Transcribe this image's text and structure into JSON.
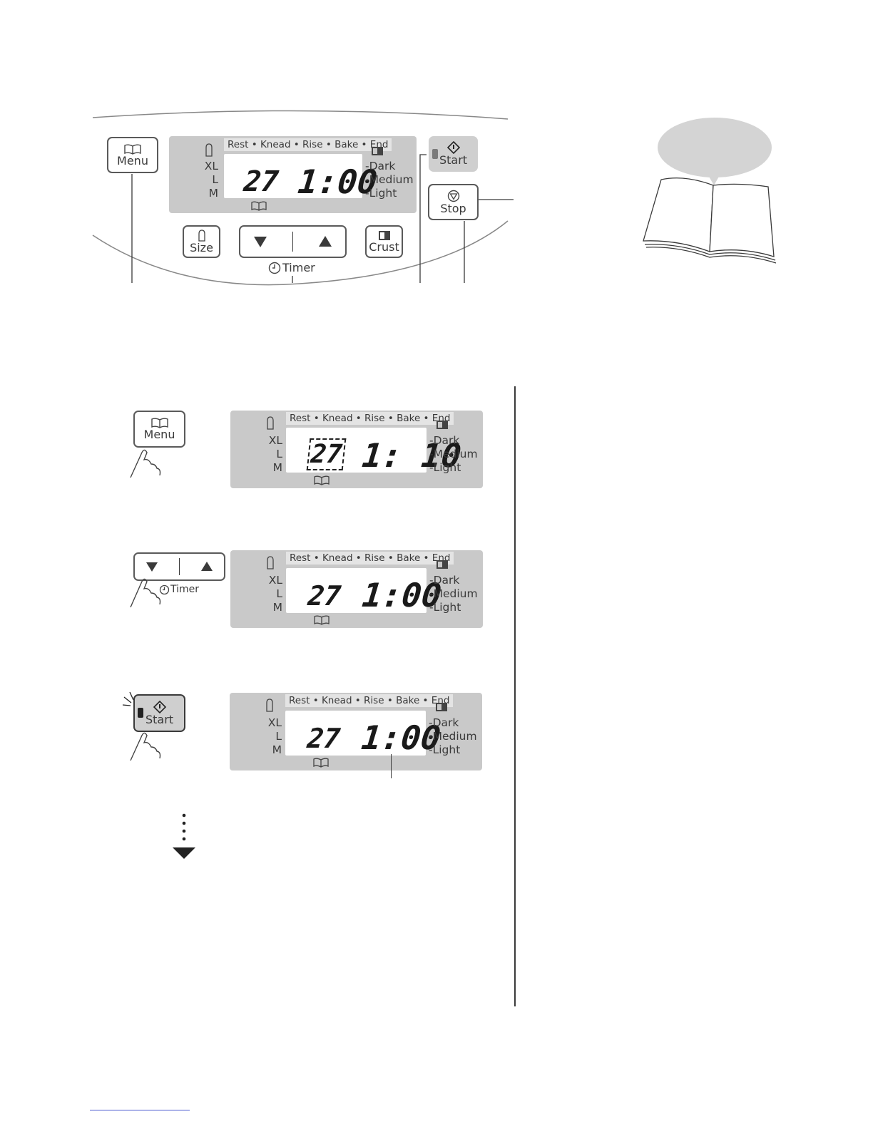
{
  "control_panel": {
    "menu_label": "Menu",
    "size_label": "Size",
    "crust_label": "Crust",
    "timer_label": "Timer",
    "start_label": "Start",
    "stop_label": "Stop",
    "phases": "Rest • Knead • Rise • Bake • End",
    "sizes": [
      "XL",
      "L",
      "M"
    ],
    "crusts": [
      "Dark",
      "Medium",
      "Light"
    ],
    "menu_number": "27",
    "time": "1:00"
  },
  "steps": [
    {
      "button_label": "Menu",
      "menu_number": "27",
      "time": "1: 10"
    },
    {
      "button_label": "Timer",
      "menu_number": "27",
      "time": "1:00"
    },
    {
      "button_label": "Start",
      "menu_number": "27",
      "time": "1:00"
    }
  ],
  "colors": {
    "panel": "#c9c9c9",
    "phase_bar": "#e4e4e4",
    "bubble": "#d4d4d4",
    "line": "#3a3a3a"
  }
}
